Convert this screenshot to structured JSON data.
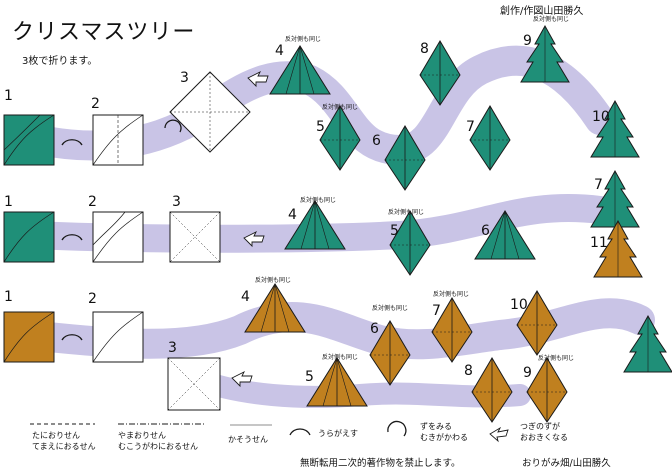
{
  "title": "クリスマスツリー",
  "subtitle": "3枚で折ります。",
  "credit": "創作/作図山田勝久",
  "notes": {
    "reverse_same": "反対側も同じ"
  },
  "colors": {
    "green": "#1f8f78",
    "brown": "#c0801f",
    "path": "#c9c4e6",
    "outline": "#1a1a1a"
  },
  "rows": {
    "top": {
      "color": "green",
      "steps": [
        "1",
        "2",
        "3",
        "4",
        "5",
        "6",
        "7",
        "8",
        "9",
        "10"
      ]
    },
    "middle": {
      "color": "green",
      "steps": [
        "1",
        "2",
        "3",
        "4",
        "5",
        "6",
        "7",
        "11"
      ]
    },
    "bottom": {
      "color": "brown",
      "steps": [
        "1",
        "2",
        "3",
        "4",
        "5",
        "6",
        "7",
        "8",
        "9",
        "10"
      ]
    }
  },
  "legend": {
    "valley_fold": "たにおりせん",
    "valley_fold_sub": "てまえにおるせん",
    "mountain_fold": "やまおりせん",
    "mountain_fold_sub": "むこうがわにおるせん",
    "crease": "かそうせん",
    "turn_over": "うらがえす",
    "view_changes_1": "ずをみる",
    "view_changes_2": "むきがかわる",
    "next_larger_1": "つぎのずが",
    "next_larger_2": "おおきくなる"
  },
  "footer": {
    "notice": "無断転用二次的著作物を禁止します。",
    "site": "おりがみ畑/山田勝久"
  }
}
